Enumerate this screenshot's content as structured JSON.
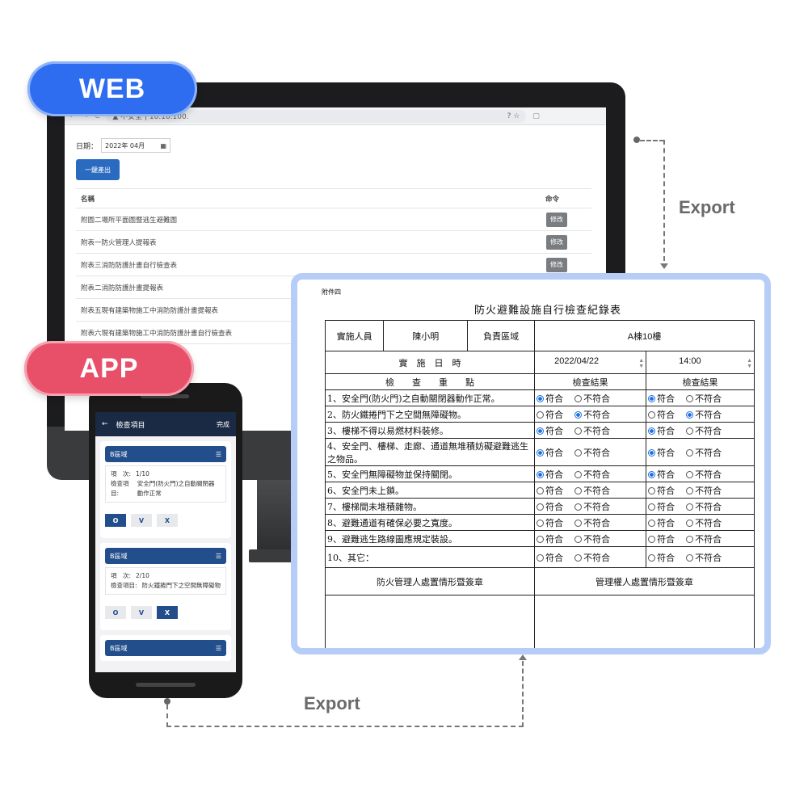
{
  "pills": {
    "web": "WEB",
    "app": "APP"
  },
  "export_labels": {
    "top": "Export",
    "bottom": "Export"
  },
  "browser": {
    "url": "▲ 不安全 | 10.10.100.",
    "star": "? ☆"
  },
  "web": {
    "date_label": "日期：",
    "date_value": "2022年 04月",
    "export_button": "一鍵產出",
    "table_header": {
      "name": "名稱",
      "command": "命令"
    },
    "rows": [
      {
        "name": "附圖二場所平面圖暨逃生避難圖",
        "action": "修改"
      },
      {
        "name": "附表一防火管理人提報表",
        "action": "修改"
      },
      {
        "name": "附表三消防防護計畫自行檢查表",
        "action": "修改"
      },
      {
        "name": "附表二消防防護計畫提報表",
        "action": ""
      },
      {
        "name": "附表五現有建築物施工中消防防護計畫提報表",
        "action": ""
      },
      {
        "name": "附表六現有建築物施工中消防防護計畫自行檢查表",
        "action": ""
      }
    ]
  },
  "app": {
    "title": "檢查項目",
    "back": "←",
    "done": "完成",
    "cards": [
      {
        "area": "B區域",
        "seq_label": "項　次:",
        "seq": "1/10",
        "item_label": "檢查項目:",
        "item": "安全門(防火門)之自動關閉器動作正常",
        "options": [
          "O",
          "V",
          "X"
        ],
        "selected": 0
      },
      {
        "area": "B區域",
        "seq_label": "項　次:",
        "seq": "2/10",
        "item_label": "檢查項目:",
        "item": "防火鐵捲門下之空間無障礙物",
        "options": [
          "O",
          "V",
          "X"
        ],
        "selected": 2
      },
      {
        "area": "B區域"
      }
    ]
  },
  "form": {
    "attachment": "附件四",
    "title": "防火避難設施自行檢查紀錄表",
    "inspector_label": "實施人員",
    "inspector": "陳小明",
    "area_label": "負責區域",
    "area": "A棟10樓",
    "date_time_label": "實　施　日　時",
    "date": "2022/04/22",
    "time": "14:00",
    "focus_label": "檢　　查　　重　　點",
    "result_label": "檢查結果",
    "pass": "符合",
    "fail": "不符合",
    "items": [
      {
        "text": "1、安全門(防火門)之自動關閉器動作正常。",
        "r1": "pass",
        "r2": "pass"
      },
      {
        "text": "2、防火鐵捲門下之空間無障礙物。",
        "r1": "fail",
        "r2": "fail"
      },
      {
        "text": "3、樓梯不得以易燃材料裝修。",
        "r1": "pass",
        "r2": "pass"
      },
      {
        "text": "4、安全門、樓梯、走廊、通道無堆積妨礙避難逃生之物品。",
        "r1": "pass",
        "r2": "pass"
      },
      {
        "text": "5、安全門無障礙物並保持關閉。",
        "r1": "pass",
        "r2": "pass"
      },
      {
        "text": "6、安全門未上鎖。",
        "r1": "",
        "r2": ""
      },
      {
        "text": "7、樓梯間未堆積雜物。",
        "r1": "",
        "r2": ""
      },
      {
        "text": "8、避難通道有確保必要之寬度。",
        "r1": "",
        "r2": ""
      },
      {
        "text": "9、避難逃生路線圖應規定裝設。",
        "r1": "",
        "r2": ""
      },
      {
        "text": "10、其它：",
        "r1": "",
        "r2": ""
      }
    ],
    "sign_left": "防火管理人處置情形暨簽章",
    "sign_right": "管理權人處置情形暨簽章"
  }
}
